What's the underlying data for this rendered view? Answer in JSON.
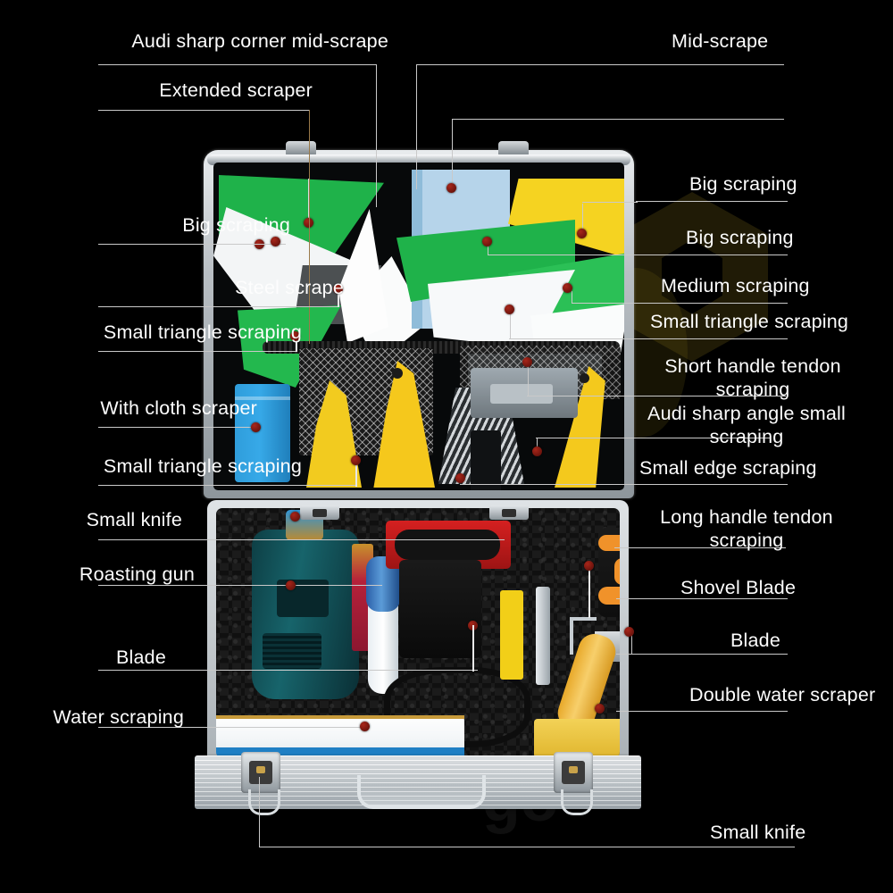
{
  "background_color": "#000000",
  "label_color": "#fdfdfd",
  "leader_color": "#c9c9c9",
  "marker_color": "#7a1a12",
  "labels": {
    "left": [
      {
        "id": "audi-sharp-corner-mid-scrape",
        "text": "Audi sharp corner mid-scrape"
      },
      {
        "id": "extended-scraper",
        "text": "Extended scraper"
      },
      {
        "id": "big-scraping-left",
        "text": "Big scraping"
      },
      {
        "id": "steel-scrape",
        "text": "Steel scrape"
      },
      {
        "id": "small-triangle-scraping-left-1",
        "text": "Small triangle scraping"
      },
      {
        "id": "with-cloth-scraper",
        "text": "With cloth scraper"
      },
      {
        "id": "small-triangle-scraping-left-2",
        "text": "Small triangle scraping"
      },
      {
        "id": "small-knife-left",
        "text": "Small knife"
      },
      {
        "id": "roasting-gun",
        "text": "Roasting gun"
      },
      {
        "id": "blade-left",
        "text": "Blade"
      },
      {
        "id": "water-scraping",
        "text": "Water scraping"
      }
    ],
    "right": [
      {
        "id": "mid-scrape",
        "text": "Mid-scrape"
      },
      {
        "id": "big-scraping-right-1",
        "text": "Big scraping"
      },
      {
        "id": "big-scraping-right-2",
        "text": "Big scraping"
      },
      {
        "id": "medium-scraping",
        "text": "Medium scraping"
      },
      {
        "id": "small-triangle-scraping-right",
        "text": "Small triangle scraping"
      },
      {
        "id": "short-handle-tendon-scraping",
        "text": "Short handle tendon scraping"
      },
      {
        "id": "audi-sharp-angle-small-scraping",
        "text": "Audi sharp angle small scraping"
      },
      {
        "id": "small-edge-scraping",
        "text": "Small edge scraping"
      },
      {
        "id": "long-handle-tendon-scraping",
        "text": "Long handle tendon scraping"
      },
      {
        "id": "shovel-blade",
        "text": "Shovel Blade"
      },
      {
        "id": "blade-right",
        "text": "Blade"
      },
      {
        "id": "double-water-scraper",
        "text": "Double water scraper"
      }
    ],
    "bottom": [
      {
        "id": "small-knife-bottom",
        "text": "Small knife"
      }
    ]
  },
  "product": {
    "type": "aluminium tool case, open, two compartments",
    "lid_contents": "green, white and yellow triangular squeegees, blue cloth scraper, yellow handled scrapers, steel scraper, mesh pocket",
    "base_contents": "heat gun, white and blue water scraper, red and black scraper, yellow bar, blade, hex key, orange and black tendon scraper, yellow squeegee"
  }
}
